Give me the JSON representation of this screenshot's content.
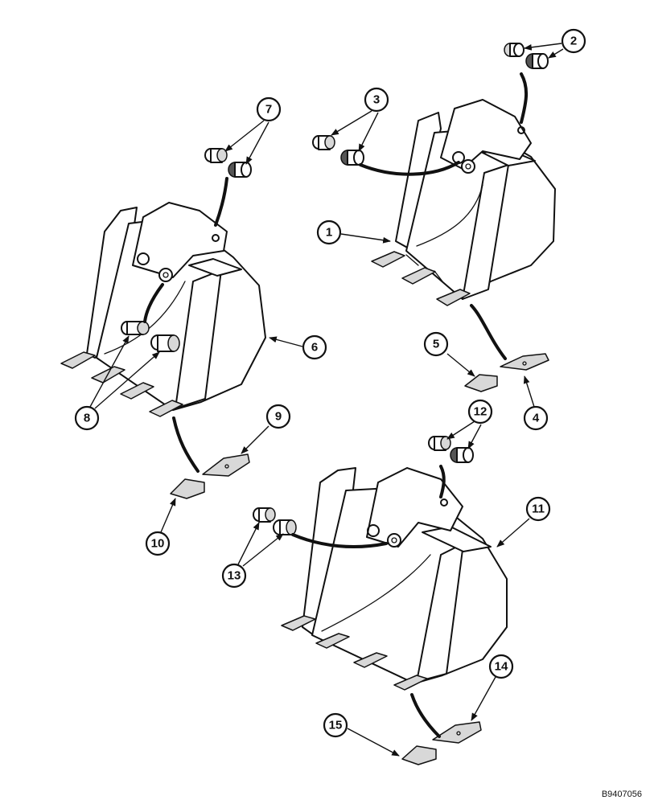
{
  "figure": {
    "drawing_code": "B9407056"
  },
  "callouts": [
    {
      "id": "c1",
      "label": "1"
    },
    {
      "id": "c2",
      "label": "2"
    },
    {
      "id": "c3",
      "label": "3"
    },
    {
      "id": "c4",
      "label": "4"
    },
    {
      "id": "c5",
      "label": "5"
    },
    {
      "id": "c6",
      "label": "6"
    },
    {
      "id": "c7",
      "label": "7"
    },
    {
      "id": "c8",
      "label": "8"
    },
    {
      "id": "c9",
      "label": "9"
    },
    {
      "id": "c10",
      "label": "10"
    },
    {
      "id": "c11",
      "label": "11"
    },
    {
      "id": "c12",
      "label": "12"
    },
    {
      "id": "c13",
      "label": "13"
    },
    {
      "id": "c14",
      "label": "14"
    },
    {
      "id": "c15",
      "label": "15"
    }
  ]
}
